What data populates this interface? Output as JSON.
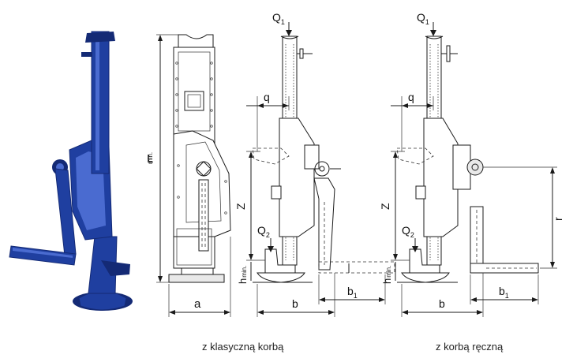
{
  "photo": {
    "color": "#1f3fa0",
    "dark": "#142a75",
    "light": "#4a6bd0"
  },
  "labels": {
    "L": "L",
    "L_sub": "min.",
    "a": "a",
    "Z": "Z",
    "q": "q",
    "Q": "Q",
    "sub1": "1",
    "sub2": "2",
    "h": "h",
    "h_sub": "min.",
    "b": "b",
    "b1": "b",
    "r": "r"
  },
  "captions": {
    "left": "z klasyczną korbą",
    "right": "z korbą ręczną"
  }
}
